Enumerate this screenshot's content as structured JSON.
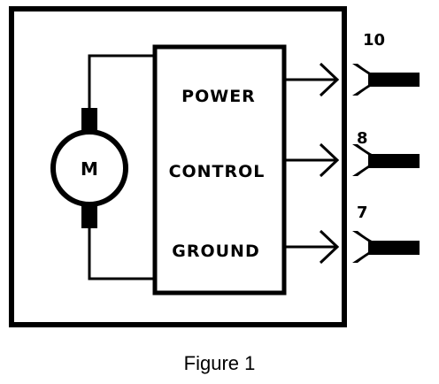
{
  "block": {
    "power_label": "POWER",
    "control_label": "CONTROL",
    "ground_label": "GROUND"
  },
  "motor": {
    "label": "M",
    "icon": "dc-motor-icon"
  },
  "pins": [
    {
      "number": "10",
      "signal": "POWER"
    },
    {
      "number": "8",
      "signal": "CONTROL"
    },
    {
      "number": "7",
      "signal": "GROUND"
    }
  ],
  "caption": "Figure 1",
  "colors": {
    "ink": "#000000",
    "background": "#ffffff"
  }
}
